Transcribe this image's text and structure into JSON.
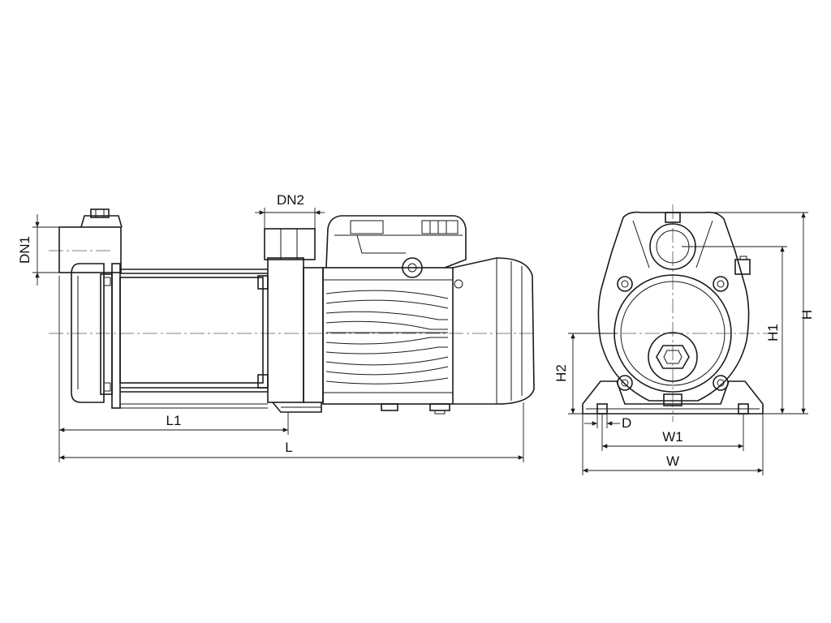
{
  "colors": {
    "line": "#1a1a1a",
    "background": "#ffffff"
  },
  "labels": {
    "dn1": "DN1",
    "dn2": "DN2",
    "l1": "L1",
    "l": "L",
    "h": "H",
    "h1": "H1",
    "h2": "H2",
    "d": "D",
    "w1": "W1",
    "w": "W"
  }
}
